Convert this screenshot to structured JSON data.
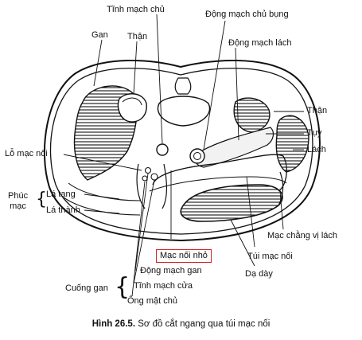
{
  "labels": {
    "tinh_mach_chu": "Tĩnh mạch chủ",
    "dong_mach_chu_bung": "Động mạch chủ bụng",
    "gan": "Gan",
    "than_left": "Thận",
    "dong_mach_lach": "Động mạch lách",
    "than_right": "Thận",
    "tuy": "Tụy",
    "lach": "Lách",
    "lo_mac_noi": "Lỗ mạc nối",
    "phuc_mac": "Phúc\nmạc",
    "la_tang": "Lá tạng",
    "la_thanh": "Lá thành",
    "mac_chang_vi_lach": "Mạc chằng vị lách",
    "mac_noi_nho": "Mạc nối nhỏ",
    "tui_mac_noi": "Túi mạc nối",
    "da_day": "Dạ dày",
    "cuong_gan": "Cuống gan",
    "dong_mach_gan": "Động mạch gan",
    "tinh_mach_cua": "Tĩnh mạch cửa",
    "ong_mat_chu": "Ống mật chủ"
  },
  "caption": {
    "number": "Hình 26.5.",
    "text": "Sơ đồ cắt ngang qua túi mạc nối"
  },
  "highlight_color": "#d32020"
}
